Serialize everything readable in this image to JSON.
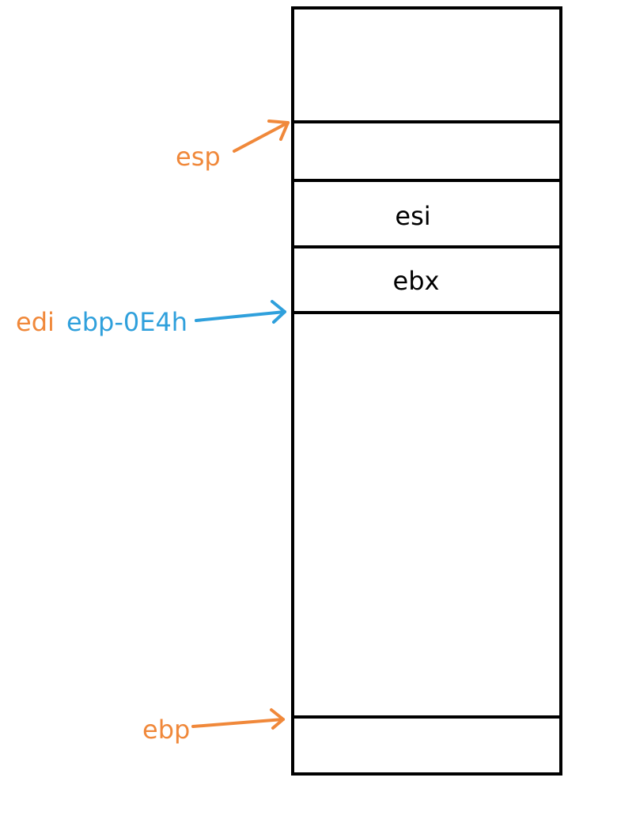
{
  "colors": {
    "orange": "#F0883A",
    "blue": "#2FA0DC",
    "black": "#000000"
  },
  "stack": {
    "cells": {
      "esi": "esi",
      "ebx": "ebx"
    }
  },
  "pointers": {
    "esp": "esp",
    "edi": "edi",
    "ebp_offset": "ebp-0E4h",
    "ebp": "ebp"
  }
}
